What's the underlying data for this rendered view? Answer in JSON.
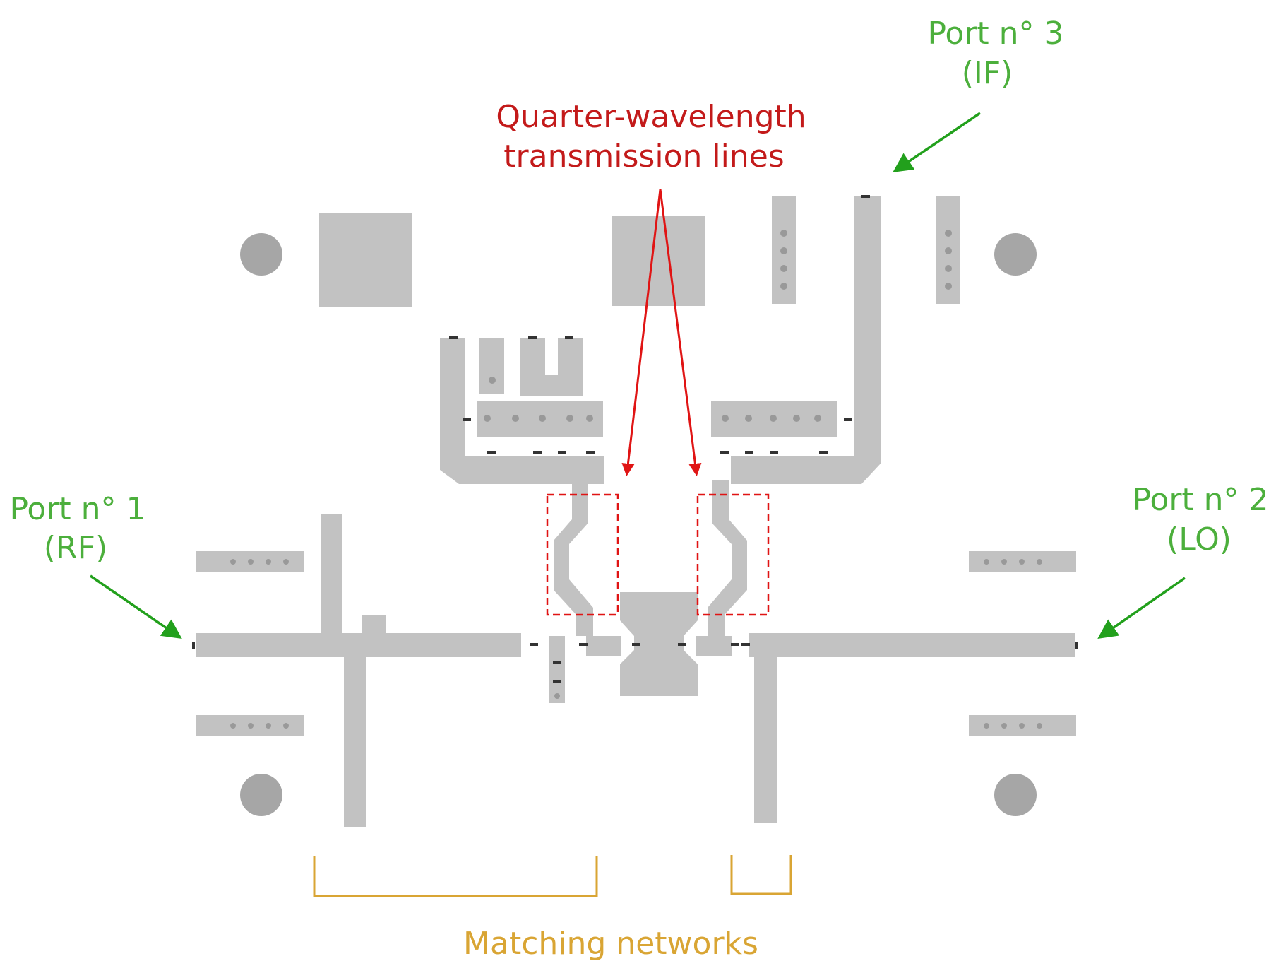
{
  "labels": {
    "port1_line1": "Port n° 1",
    "port1_line2": "(RF)",
    "port2_line1": "Port n° 2",
    "port2_line2": "(LO)",
    "port3_line1": "Port n° 3",
    "port3_line2": "(IF)",
    "qwtl_line1": "Quarter-wavelength",
    "qwtl_line2": "transmission lines",
    "matching": "Matching networks"
  },
  "colors": {
    "copper": "#c2c2c2",
    "via": "#999999",
    "port_label": "#4caf3c",
    "port_arrow": "#22a01c",
    "highlight": "#e01414",
    "matching": "#d9a534"
  }
}
